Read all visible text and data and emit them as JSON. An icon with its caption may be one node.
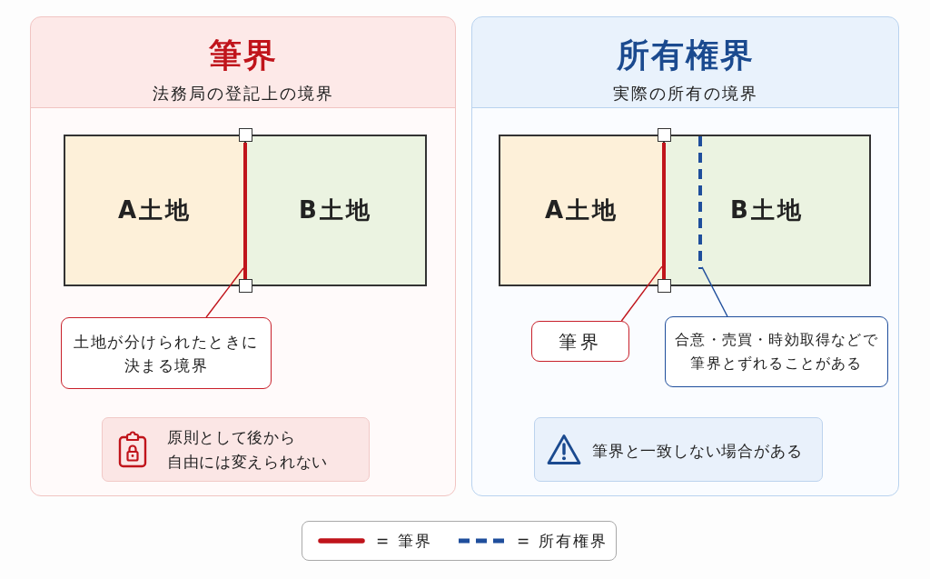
{
  "diagram": {
    "nodes": [
      {
        "text": [
          "筆界",
          "法務局の登記上の境界"
        ]
      },
      {
        "text": [
          "A土地"
        ],
        "in": 0
      },
      {
        "text": [
          "B土地"
        ],
        "in": 0
      },
      {
        "text": [],
        "shape": "bar"
      },
      {
        "text": [
          "土地が分けられたときに決まる境界"
        ],
        "in": 0
      },
      {
        "text": [
          "原則として後から自由には変えられない"
        ],
        "in": 0
      },
      {
        "text": [
          "所有権界",
          "実際の所有の境界"
        ]
      },
      {
        "text": [
          "A土地"
        ],
        "in": 6
      },
      {
        "text": [
          "B土地"
        ],
        "in": 6
      },
      {
        "text": [],
        "shape": "bar"
      },
      {
        "text": [],
        "shape": "bar",
        "in": 8
      },
      {
        "text": [
          "筆界"
        ],
        "in": 6
      },
      {
        "text": [
          "合意・売買・時効取得などで筆界とずれることがある"
        ],
        "in": 6
      },
      {
        "text": [
          "筆界と一致しない場合がある"
        ],
        "in": 6
      }
    ],
    "edges": [
      {
        "from": 4,
        "to": 3,
        "arrow": "none"
      },
      {
        "from": 11,
        "to": 9,
        "arrow": "none"
      },
      {
        "from": 12,
        "to": 10,
        "arrow": "none",
        "color": "#1f4e9c"
      }
    ],
    "legend": [
      {
        "text": "= 筆界"
      },
      {
        "text": "= 所有権界"
      }
    ]
  }
}
